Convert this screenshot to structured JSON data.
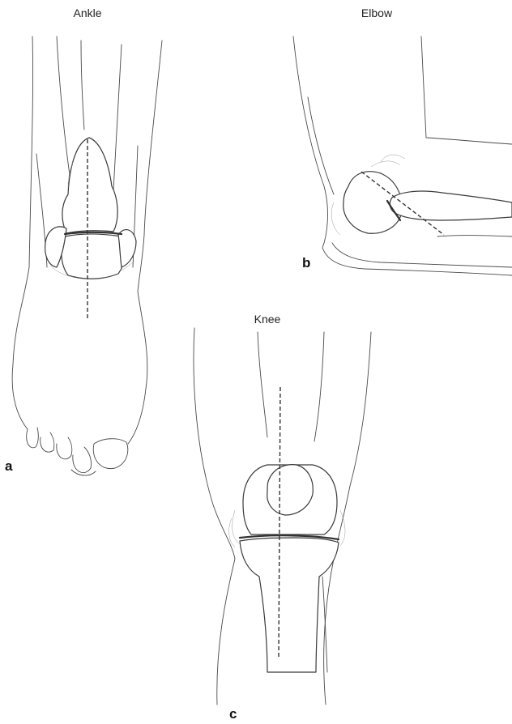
{
  "panels": {
    "ankle": {
      "title": "Ankle",
      "letter": "a"
    },
    "elbow": {
      "title": "Elbow",
      "letter": "b"
    },
    "knee": {
      "title": "Knee",
      "letter": "c"
    }
  },
  "colors": {
    "line": "#4a4a4a",
    "incision": "#333333",
    "background": "#ffffff"
  }
}
